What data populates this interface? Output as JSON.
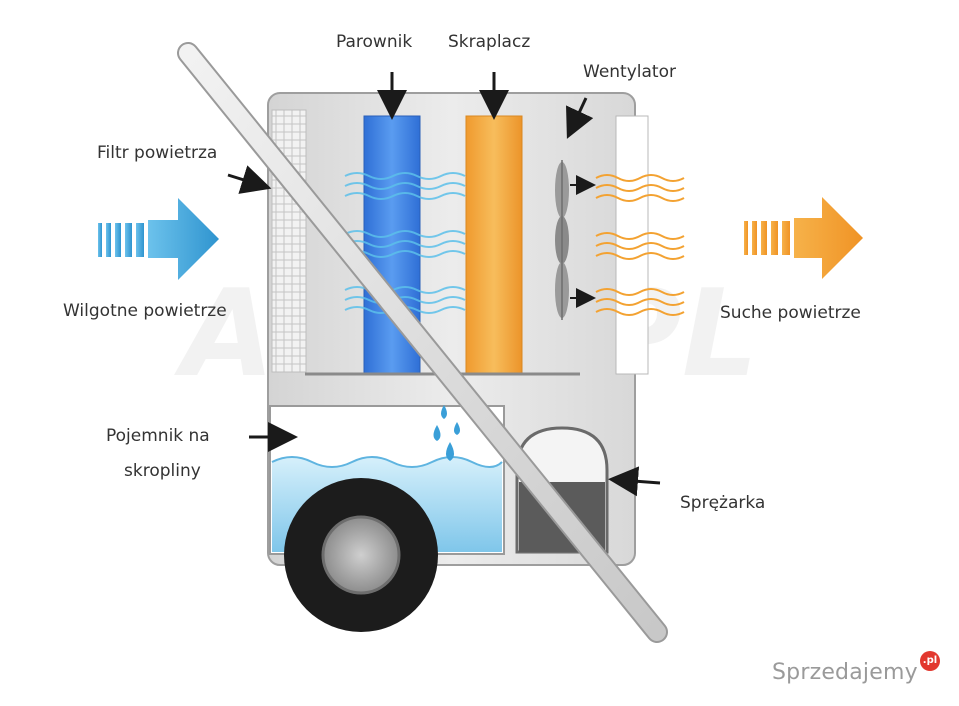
{
  "labels": {
    "parownik": "Parownik",
    "skraplacz": "Skraplacz",
    "wentylator": "Wentylator",
    "filtr": "Filtr powietrza",
    "wilgotne": "Wilgotne powietrze",
    "suche": "Suche powietrze",
    "pojemnik_line1": "Pojemnik na",
    "pojemnik_line2": "skropliny",
    "sprezarka": "Sprężarka"
  },
  "watermark": {
    "text": "Sprzedajemy",
    "badge": ".pl"
  },
  "background_watermark": "AERO.PL",
  "colors": {
    "evaporator": "#3f7fe0",
    "condenser": "#f0a43a",
    "humid_air": "#3fa9dc",
    "dry_air": "#f3a232",
    "water": "#9fd6f0",
    "body": "#e6e6e6"
  }
}
